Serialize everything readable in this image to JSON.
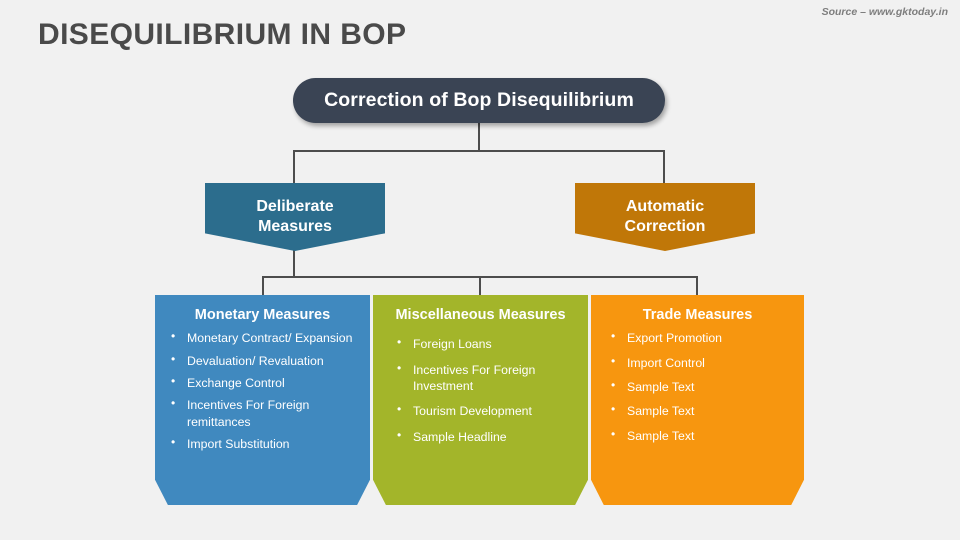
{
  "header": {
    "title": "DISEQUILIBRIUM IN BOP",
    "source": "Source – www.gktoday.in"
  },
  "colors": {
    "background": "#f1f1f1",
    "title_text": "#4a4a4a",
    "connector": "#4d4d4d",
    "root_node": "#3a4454",
    "deliberate": "#2c6d8d",
    "automatic": "#c07708",
    "monetary": "#4089bf",
    "miscellaneous": "#a3b52a",
    "trade": "#f7960f"
  },
  "diagram": {
    "root": {
      "label": "Correction of Bop Disequilibrium"
    },
    "branches": [
      {
        "id": "deliberate",
        "line1": "Deliberate",
        "line2": "Measures"
      },
      {
        "id": "automatic",
        "line1": "Automatic",
        "line2": "Correction"
      }
    ],
    "categories": [
      {
        "id": "monetary",
        "title": "Monetary Measures",
        "items": [
          "Monetary Contract/ Expansion",
          "Devaluation/ Revaluation",
          "Exchange Control",
          "Incentives For Foreign remittances",
          "Import Substitution"
        ]
      },
      {
        "id": "miscellaneous",
        "title": "Miscellaneous Measures",
        "items": [
          "Foreign Loans",
          "Incentives For Foreign Investment",
          "Tourism Development",
          "Sample Headline"
        ]
      },
      {
        "id": "trade",
        "title": "Trade Measures",
        "items": [
          "Export Promotion",
          "Import Control",
          "Sample Text",
          "Sample Text",
          "Sample Text"
        ]
      }
    ]
  }
}
